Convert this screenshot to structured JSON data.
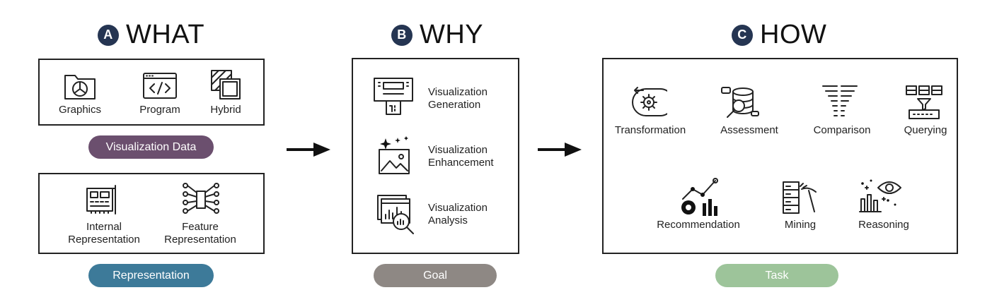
{
  "sections": {
    "what": {
      "badge": "A",
      "title": "WHAT"
    },
    "why": {
      "badge": "B",
      "title": "WHY"
    },
    "how": {
      "badge": "C",
      "title": "HOW"
    }
  },
  "what": {
    "data_items": [
      "Graphics",
      "Program",
      "Hybrid"
    ],
    "data_pill": "Visualization Data",
    "repr_items": [
      {
        "line1": "Internal",
        "line2": "Representation"
      },
      {
        "line1": "Feature",
        "line2": "Representation"
      }
    ],
    "repr_pill": "Representation"
  },
  "why": {
    "items": [
      {
        "line1": "Visualization",
        "line2": "Generation"
      },
      {
        "line1": "Visualization",
        "line2": "Enhancement"
      },
      {
        "line1": "Visualization",
        "line2": "Analysis"
      }
    ],
    "pill": "Goal"
  },
  "how": {
    "row1": [
      "Transformation",
      "Assessment",
      "Comparison",
      "Querying"
    ],
    "row2": [
      "Recommendation",
      "Mining",
      "Reasoning"
    ],
    "pill": "Task"
  },
  "colors": {
    "data_pill": "#6b4f6e",
    "repr_pill": "#3d7a99",
    "goal_pill": "#8e8884",
    "task_pill": "#9dc49a",
    "badge": "#253552"
  }
}
